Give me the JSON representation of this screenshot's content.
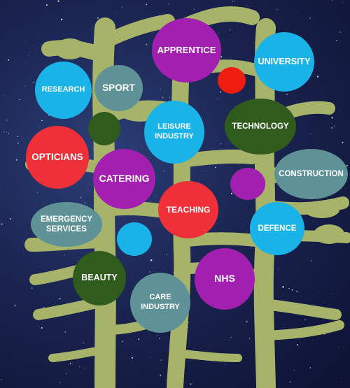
{
  "colors": {
    "sky": "#1a2450",
    "tree": "#a8b36a",
    "blue": "#1ab3e8",
    "purple": "#a21fb0",
    "red": "#ef3038",
    "green": "#2f5b1c",
    "teal": "#5f9296"
  },
  "careers": {
    "apprentice": "APPRENTICE",
    "university": "UNIVERSITY",
    "research": "RESEARCH",
    "sport": "SPORT",
    "leisure_industry": "LEISURE\nINDUSTRY",
    "technology": "TECHNOLOGY",
    "opticians": "OPTICIANS",
    "catering": "CATERING",
    "construction": "CONSTRUCTION",
    "emergency_services": "EMERGENCY\nSERVICES",
    "teaching": "TEACHING",
    "defence": "DEFENCE",
    "beauty": "BEAUTY",
    "nhs": "NHS",
    "care_industry": "CARE\nINDUSTRY"
  }
}
